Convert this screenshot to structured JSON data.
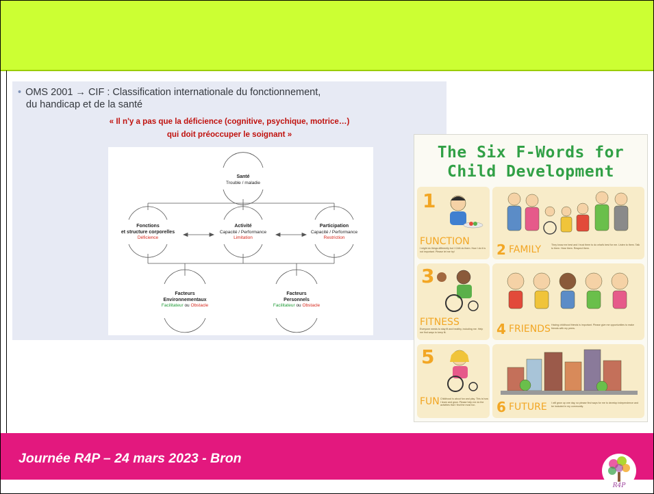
{
  "cif": {
    "bullet_line1": "OMS 2001 → CIF : Classification  internationale du fonctionnement,",
    "bullet_line2": "du handicap et de la santé",
    "quote_line1": "« Il n'y a pas que la déficience (cognitive, psychique, motrice…)",
    "quote_line2": "qui doit préoccuper le soignant »",
    "diagram": {
      "sante": {
        "title": "Santé",
        "sub": "Trouble / maladie"
      },
      "fonctions": {
        "title1": "Fonctions",
        "title2": "et structure corporelles",
        "red": "Déficience"
      },
      "activite": {
        "title": "Activité",
        "sub": "Capacité / Performance",
        "red": "Limitation"
      },
      "participation": {
        "title": "Participation",
        "sub": "Capacité / Performance",
        "red": "Restriction"
      },
      "env": {
        "title1": "Facteurs",
        "title2": "Environnementaux",
        "green": "Facilitateur",
        "ou": " ou ",
        "red": "Obstacle"
      },
      "pers": {
        "title1": "Facteurs",
        "title2": "Personnels",
        "green": "Facilitateur",
        "ou": " ou ",
        "red": "Obstacle"
      }
    }
  },
  "poster": {
    "title_line1": "The Six F-Words for",
    "title_line2": "Child Development",
    "items": [
      {
        "num": "1",
        "word": "FUNCTION",
        "text": "I might do things differently but I CAN do them. How I do it is not important. Please let me try!"
      },
      {
        "num": "2",
        "word": "FAMILY",
        "text": "They know me best and I trust them to do what's best for me. Listen to them. Talk to them. Hear them. Respect them."
      },
      {
        "num": "3",
        "word": "FITNESS",
        "text": "Everyone needs to stay fit and healthy, including me. Help me find ways to keep fit."
      },
      {
        "num": "4",
        "word": "FRIENDS",
        "text": "Having childhood friends is important. Please give me opportunities to make friends with my peers."
      },
      {
        "num": "5",
        "word": "FUN",
        "text": "Childhood is about fun and play. This is how I learn and grow. Please help me do the activities that I find the most fun."
      },
      {
        "num": "6",
        "word": "FUTURE",
        "text": "I will grow up one day, so please find ways for me to develop independence and be included in my community."
      }
    ]
  },
  "footer": {
    "text": "Journée R4P – 24 mars 2023 - Bron"
  },
  "logo": {
    "label": "R4P"
  },
  "colors": {
    "top_band": "#ccff33",
    "footer": "#e3187e",
    "quote_red": "#c0120e",
    "poster_green": "#31a046",
    "poster_orange": "#f2a624"
  }
}
